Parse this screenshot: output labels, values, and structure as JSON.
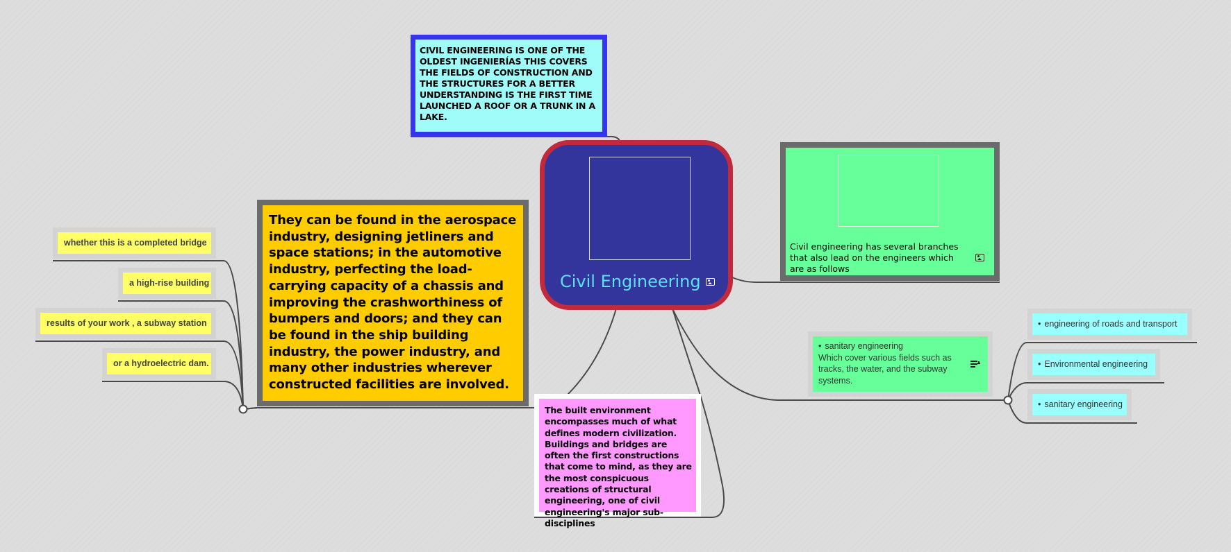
{
  "central_topic": {
    "title": "Civil Engineering",
    "image_icon": "image-icon",
    "colors": {
      "fill": "#33349c",
      "border": "#c12a3c",
      "title": "#5be0f4"
    }
  },
  "notes": {
    "top": "CIVIL ENGINEERING IS ONE OF THE OLDEST INGENIERÍAS THIS COVERS THE FIELDS OF CONSTRUCTION AND THE STRUCTURES FOR A BETTER UNDERSTANDING IS THE FIRST TIME LAUNCHED A ROOF OR A TRUNK IN A LAKE.",
    "branches": "Civil engineering has several branches that also lead on the engineers which are as follows",
    "industries": "They can be found in the aerospace industry, designing jetliners and space stations; in the automotive industry, perfecting the load-carrying capacity of a chassis and improving the crashworthiness of bumpers and doors; and they can be found in the ship building industry, the power industry, and many other industries wherever constructed facilities are involved.",
    "built_environment": "The built environment encompasses much of what defines modern civilization. Buildings and bridges are often the first constructions that come to mind, as they are the most conspicuous creations of structural engineering, one of civil engineering's major sub-disciplines"
  },
  "examples": [
    "whether this is a completed bridge",
    "a high-rise building",
    "results of your work , a subway station",
    "or a hydroelectric dam."
  ],
  "sanitary_note": {
    "title": "sanitary engineering",
    "body": "Which cover various fields such as tracks, the water, and the subway systems.",
    "icon": "notes-icon"
  },
  "branch_list": [
    "engineering of roads and transport",
    "Environmental engineering",
    "sanitary engineering"
  ],
  "colors": {
    "background": "#dcdcdc",
    "blue_note_border": "#3535ee",
    "blue_note_fill": "#9ffcf9",
    "green_fill": "#66ff99",
    "orange_fill": "#ffcc00",
    "pink_fill": "#ff99ff",
    "yellow_fill": "#ffff66",
    "cyan_fill": "#99ffff",
    "connector": "#4a4a4a"
  }
}
